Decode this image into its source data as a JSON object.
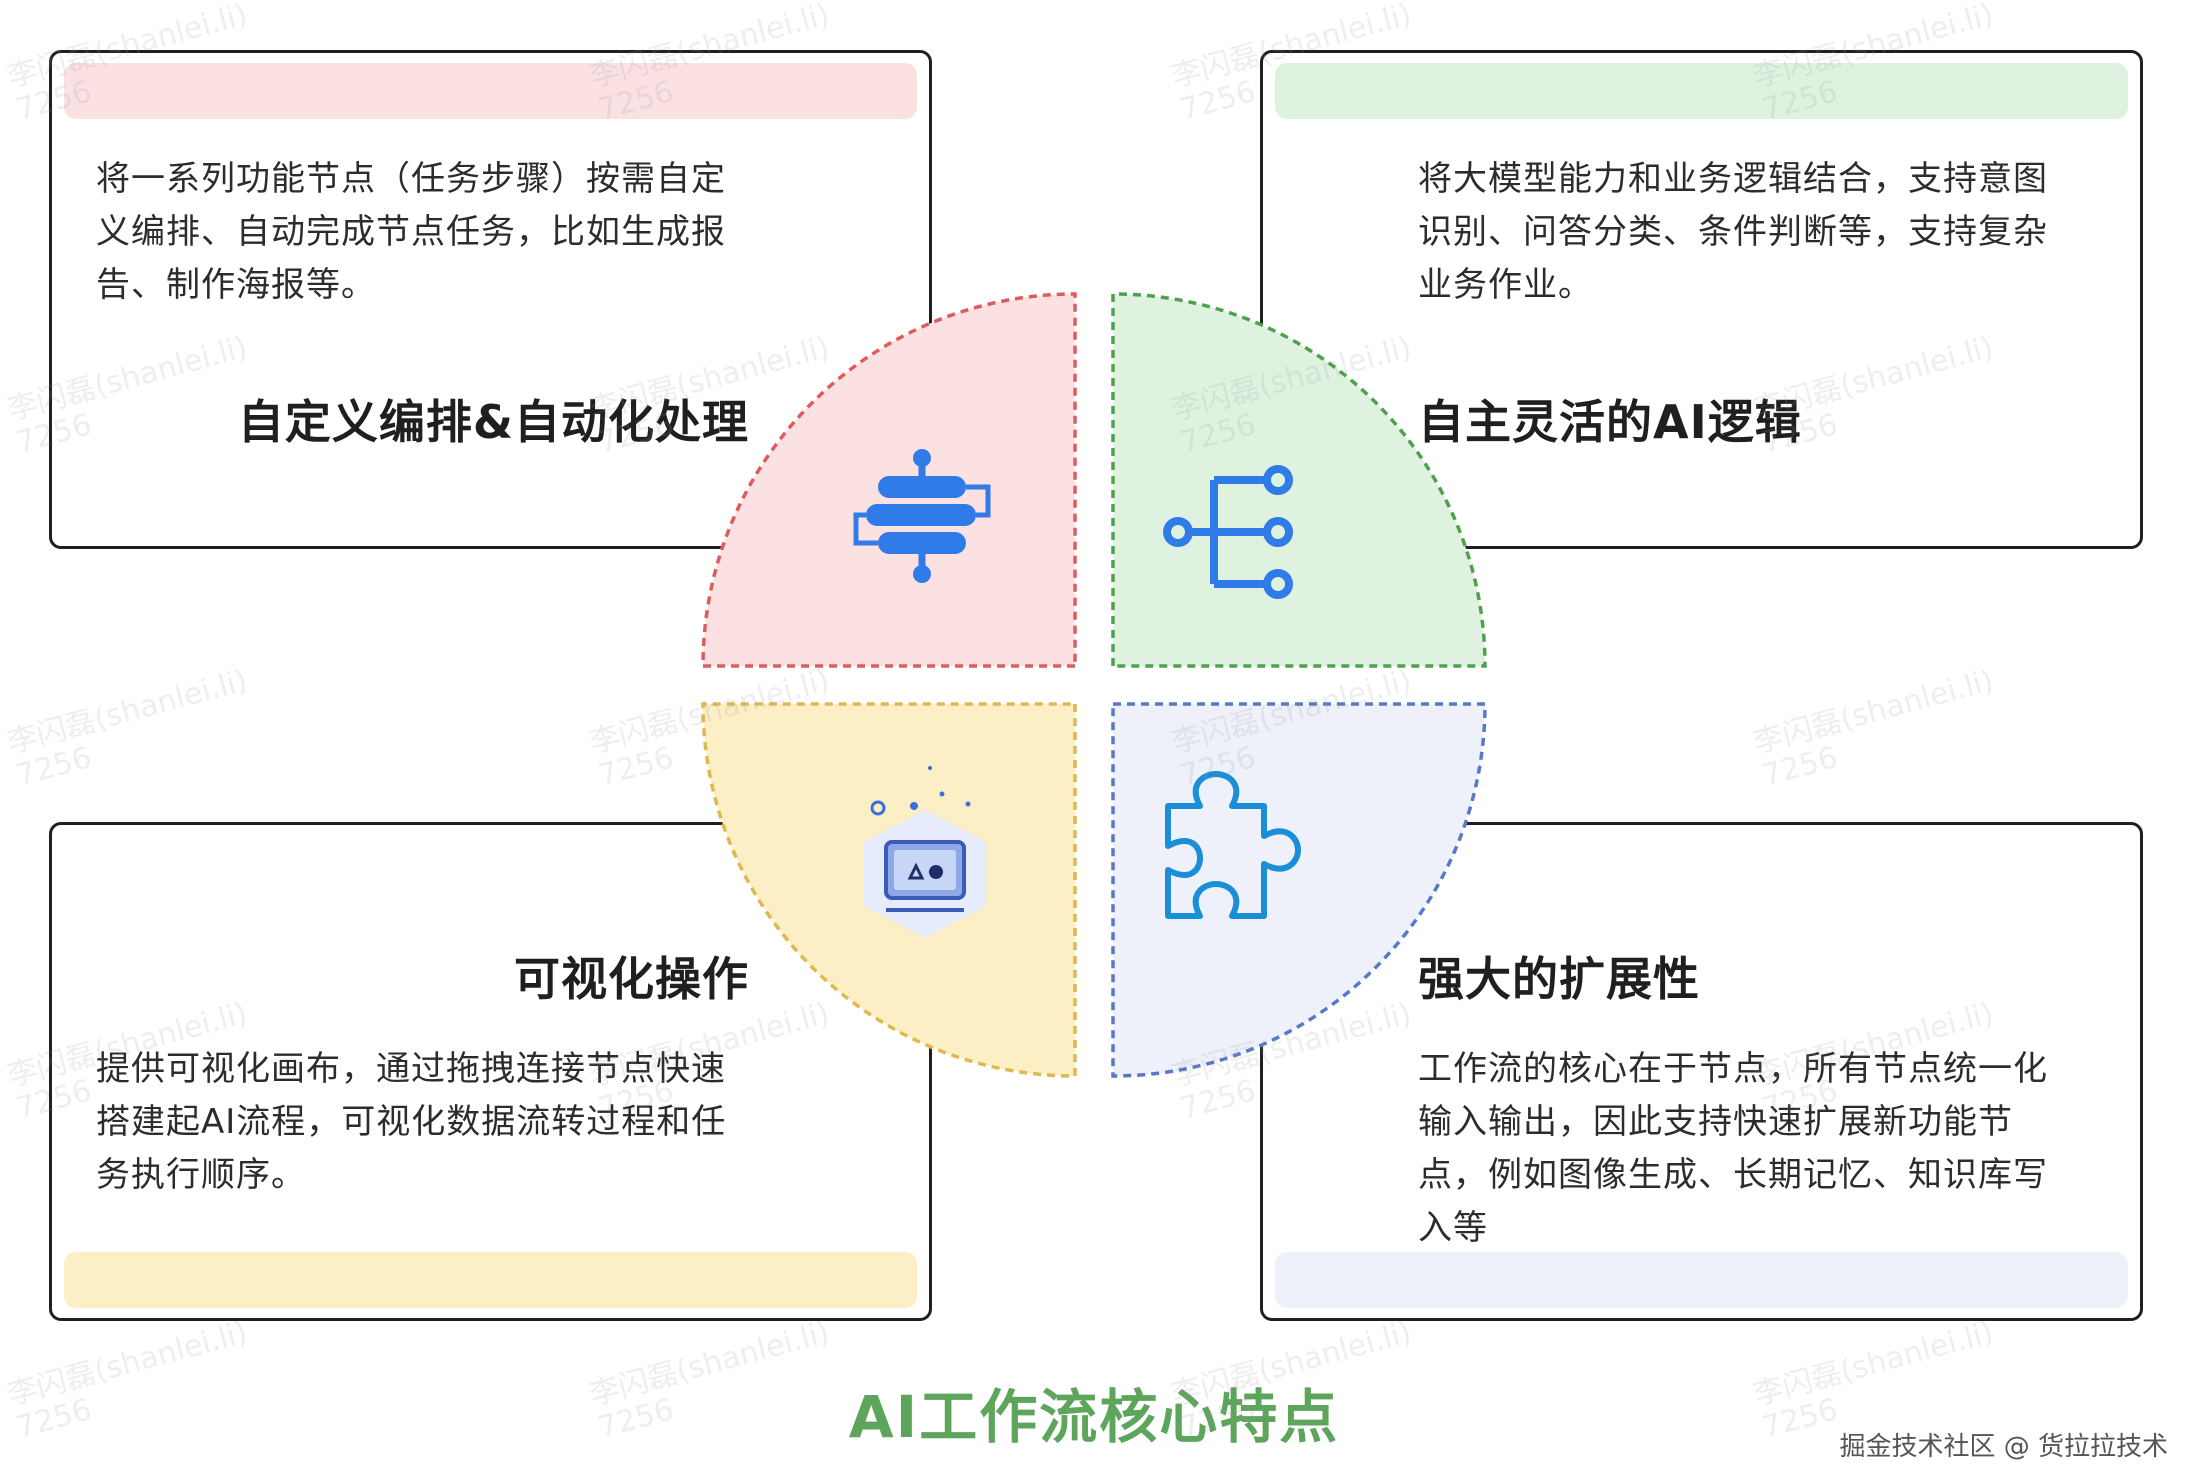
{
  "colors": {
    "red_fill": "#fce1e2",
    "red_stroke": "#de5c5c",
    "green_fill": "#dff2df",
    "green_stroke": "#4ea24e",
    "yellow_fill": "#fcefc6",
    "yellow_stroke": "#dfb84e",
    "blue_fill": "#eef1fa",
    "blue_stroke": "#5a78c8",
    "icon_blue": "#2f7be8",
    "title_green": "#5ea55c"
  },
  "cards": {
    "top_left": {
      "title": "自定义编排&自动化处理",
      "desc_lines": [
        "将一系列功能节点（任务步骤）按需自定",
        "义编排、自动完成节点任务，比如生成报",
        "告、制作海报等。"
      ]
    },
    "top_right": {
      "title": "自主灵活的AI逻辑",
      "desc_lines": [
        "将大模型能力和业务逻辑结合，支持意图",
        "识别、问答分类、条件判断等，支持复杂",
        "业务作业。"
      ]
    },
    "bottom_left": {
      "title": "可视化操作",
      "desc_lines": [
        "提供可视化画布，通过拖拽连接节点快速",
        "搭建起AI流程，可视化数据流转过程和任",
        "务执行顺序。"
      ]
    },
    "bottom_right": {
      "title": "强大的扩展性",
      "desc_lines": [
        "工作流的核心在于节点，所有节点统一化",
        "输入输出，因此支持快速扩展新功能节",
        "点，例如图像生成、长期记忆、知识库写",
        "入等"
      ]
    }
  },
  "icons": {
    "top_left": "workflow-stack-icon",
    "top_right": "branch-tree-icon",
    "bottom_left": "visual-canvas-icon",
    "bottom_right": "puzzle-piece-icon"
  },
  "watermark": {
    "name": "李闪磊(shanlei.li)",
    "id": "7256"
  },
  "footer": {
    "title": "AI工作流核心特点",
    "credit": "掘金技术社区 @ 货拉拉技术"
  }
}
